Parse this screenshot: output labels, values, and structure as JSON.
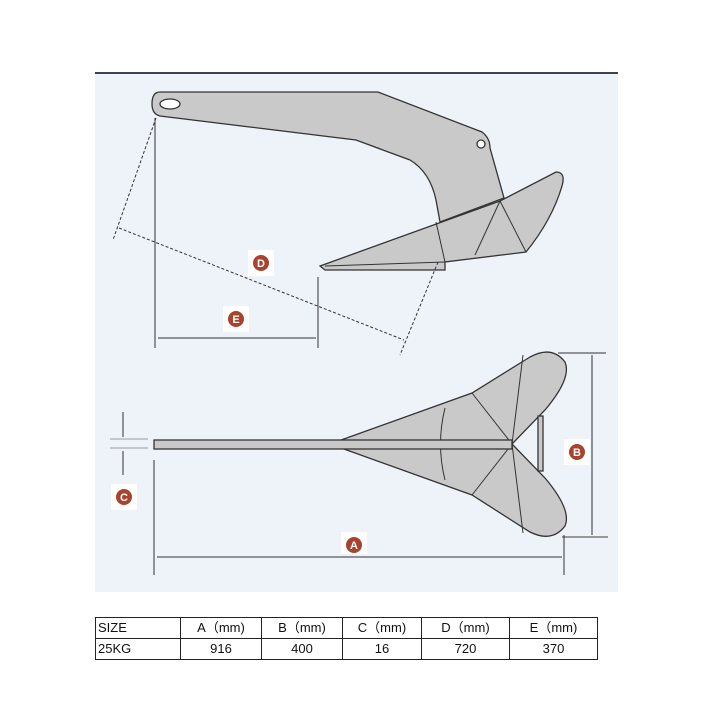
{
  "diagram": {
    "labels": {
      "A": "A",
      "B": "B",
      "C": "C",
      "D": "D",
      "E": "E"
    },
    "colors": {
      "background": "#eef2f9",
      "anchor_fill": "#c9c9c9",
      "outline": "#333333",
      "label_badge": "#a8432e"
    }
  },
  "spec_table": {
    "headers": [
      "SIZE",
      "A（mm)",
      "B（mm)",
      "C（mm)",
      "D（mm)",
      "E（mm)"
    ],
    "rows": [
      [
        "25KG",
        "916",
        "400",
        "16",
        "720",
        "370"
      ]
    ]
  }
}
